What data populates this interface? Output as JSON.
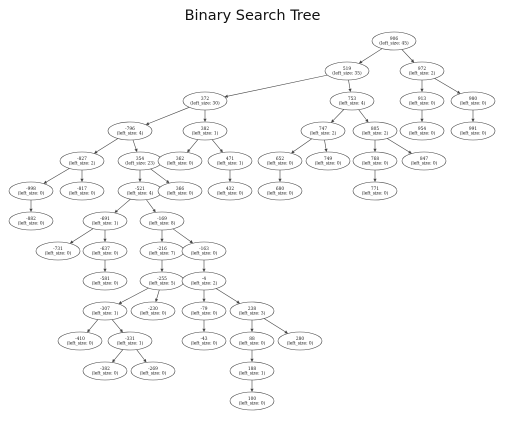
{
  "title": "Binary Search Tree",
  "colors": {
    "stroke": "#444444",
    "text": "#111111",
    "fill": "#ffffff"
  },
  "nodes": [
    {
      "id": "n906",
      "key": "906",
      "sub": "(left_size: 45)"
    },
    {
      "id": "n519",
      "key": "519",
      "sub": "(left_size: 35)"
    },
    {
      "id": "n972",
      "key": "972",
      "sub": "(left_size: 2)"
    },
    {
      "id": "n372",
      "key": "372",
      "sub": "(left_size: 30)"
    },
    {
      "id": "n753",
      "key": "753",
      "sub": "(left_size: 4)"
    },
    {
      "id": "n913",
      "key": "913",
      "sub": "(left_size: 0)"
    },
    {
      "id": "n980",
      "key": "980",
      "sub": "(left_size: 0)"
    },
    {
      "id": "nm796",
      "key": "-796",
      "sub": "(left_size: 4)"
    },
    {
      "id": "n382",
      "key": "382",
      "sub": "(left_size: 1)"
    },
    {
      "id": "n747",
      "key": "747",
      "sub": "(left_size: 2)"
    },
    {
      "id": "n805",
      "key": "805",
      "sub": "(left_size: 2)"
    },
    {
      "id": "n954",
      "key": "954",
      "sub": "(left_size: 0)"
    },
    {
      "id": "n991",
      "key": "991",
      "sub": "(left_size: 0)"
    },
    {
      "id": "nm827",
      "key": "-827",
      "sub": "(left_size: 2)"
    },
    {
      "id": "n354",
      "key": "354",
      "sub": "(left_size: 23)"
    },
    {
      "id": "n362",
      "key": "362",
      "sub": "(left_size: 0)"
    },
    {
      "id": "n471",
      "key": "471",
      "sub": "(left_size: 1)"
    },
    {
      "id": "n652",
      "key": "652",
      "sub": "(left_size: 0)"
    },
    {
      "id": "n749",
      "key": "749",
      "sub": "(left_size: 0)"
    },
    {
      "id": "n768",
      "key": "768",
      "sub": "(left_size: 0)"
    },
    {
      "id": "n847",
      "key": "847",
      "sub": "(left_size: 0)"
    },
    {
      "id": "nm998",
      "key": "-998",
      "sub": "(left_size: 0)"
    },
    {
      "id": "nm817",
      "key": "-817",
      "sub": "(left_size: 0)"
    },
    {
      "id": "nm521",
      "key": "-521",
      "sub": "(left_size: 4)"
    },
    {
      "id": "n366",
      "key": "366",
      "sub": "(left_size: 0)"
    },
    {
      "id": "n432",
      "key": "432",
      "sub": "(left_size: 0)"
    },
    {
      "id": "n680",
      "key": "680",
      "sub": "(left_size: 0)"
    },
    {
      "id": "n771",
      "key": "771",
      "sub": "(left_size: 0)"
    },
    {
      "id": "nm882",
      "key": "-882",
      "sub": "(left_size: 0)"
    },
    {
      "id": "nm691",
      "key": "-691",
      "sub": "(left_size: 1)"
    },
    {
      "id": "nm169",
      "key": "-169",
      "sub": "(left_size: 8)"
    },
    {
      "id": "nm731",
      "key": "-731",
      "sub": "(left_size: 0)"
    },
    {
      "id": "nm637",
      "key": "-637",
      "sub": "(left_size: 0)"
    },
    {
      "id": "nm216",
      "key": "-216",
      "sub": "(left_size: 7)"
    },
    {
      "id": "nm163",
      "key": "-163",
      "sub": "(left_size: 0)"
    },
    {
      "id": "nm581",
      "key": "-581",
      "sub": "(left_size: 0)"
    },
    {
      "id": "nm255",
      "key": "-255",
      "sub": "(left_size: 5)"
    },
    {
      "id": "nm4",
      "key": "-4",
      "sub": "(left_size: 2)"
    },
    {
      "id": "nm307",
      "key": "-307",
      "sub": "(left_size: 1)"
    },
    {
      "id": "nm230",
      "key": "-230",
      "sub": "(left_size: 0)"
    },
    {
      "id": "nm79",
      "key": "-79",
      "sub": "(left_size: 0)"
    },
    {
      "id": "n238",
      "key": "238",
      "sub": "(left_size: 3)"
    },
    {
      "id": "nm410",
      "key": "-410",
      "sub": "(left_size: 0)"
    },
    {
      "id": "nm331",
      "key": "-331",
      "sub": "(left_size: 1)"
    },
    {
      "id": "nm43",
      "key": "-43",
      "sub": "(left_size: 0)"
    },
    {
      "id": "n88",
      "key": "88",
      "sub": "(left_size: 0)"
    },
    {
      "id": "n280",
      "key": "280",
      "sub": "(left_size: 0)"
    },
    {
      "id": "nm382",
      "key": "-382",
      "sub": "(left_size: 0)"
    },
    {
      "id": "nm269",
      "key": "-269",
      "sub": "(left_size: 0)"
    },
    {
      "id": "n188",
      "key": "188",
      "sub": "(left_size: 1)"
    },
    {
      "id": "n100",
      "key": "100",
      "sub": "(left_size: 0)"
    }
  ],
  "edges": [
    [
      "n906",
      "n519"
    ],
    [
      "n906",
      "n972"
    ],
    [
      "n519",
      "n372"
    ],
    [
      "n519",
      "n753"
    ],
    [
      "n972",
      "n913"
    ],
    [
      "n972",
      "n980"
    ],
    [
      "n372",
      "nm796"
    ],
    [
      "n372",
      "n382"
    ],
    [
      "n753",
      "n747"
    ],
    [
      "n753",
      "n805"
    ],
    [
      "n913",
      "n954"
    ],
    [
      "n980",
      "n991"
    ],
    [
      "nm796",
      "nm827"
    ],
    [
      "nm796",
      "n354"
    ],
    [
      "n382",
      "n362"
    ],
    [
      "n382",
      "n471"
    ],
    [
      "n747",
      "n652"
    ],
    [
      "n747",
      "n749"
    ],
    [
      "n805",
      "n768"
    ],
    [
      "n805",
      "n847"
    ],
    [
      "nm827",
      "nm998"
    ],
    [
      "nm827",
      "nm817"
    ],
    [
      "n354",
      "nm521"
    ],
    [
      "n354",
      "n366"
    ],
    [
      "n471",
      "n432"
    ],
    [
      "n652",
      "n680"
    ],
    [
      "n768",
      "n771"
    ],
    [
      "nm998",
      "nm882"
    ],
    [
      "nm521",
      "nm691"
    ],
    [
      "nm521",
      "nm169"
    ],
    [
      "nm691",
      "nm731"
    ],
    [
      "nm691",
      "nm637"
    ],
    [
      "nm169",
      "nm216"
    ],
    [
      "nm169",
      "nm163"
    ],
    [
      "nm637",
      "nm581"
    ],
    [
      "nm216",
      "nm255"
    ],
    [
      "nm163",
      "nm4"
    ],
    [
      "nm255",
      "nm307"
    ],
    [
      "nm255",
      "nm230"
    ],
    [
      "nm4",
      "nm79"
    ],
    [
      "nm4",
      "n238"
    ],
    [
      "nm307",
      "nm410"
    ],
    [
      "nm307",
      "nm331"
    ],
    [
      "nm79",
      "nm43"
    ],
    [
      "n238",
      "n88"
    ],
    [
      "n238",
      "n280"
    ],
    [
      "nm331",
      "nm382"
    ],
    [
      "nm331",
      "nm269"
    ],
    [
      "n88",
      "n188"
    ],
    [
      "n188",
      "n100"
    ]
  ]
}
